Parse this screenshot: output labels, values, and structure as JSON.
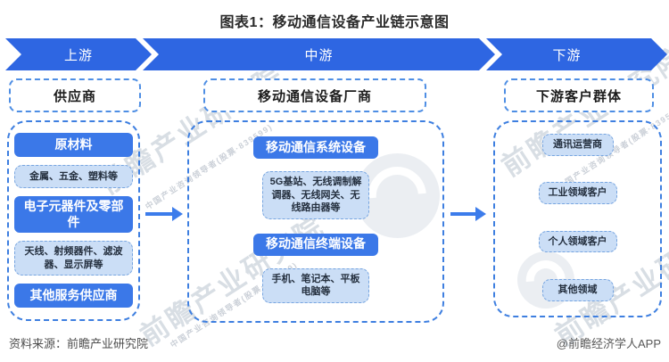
{
  "title": "图表1：移动通信设备产业链示意图",
  "banner": {
    "upstream": "上游",
    "midstream": "中游",
    "downstream": "下游"
  },
  "columns": {
    "upstream": {
      "header": "供应商",
      "items": [
        {
          "label": "原材料"
        },
        {
          "label": "金属、五金、塑料等"
        },
        {
          "label": "电子元器件及零部件"
        },
        {
          "label": "天线、射频器件、滤波器、显示屏等"
        },
        {
          "label": "其他服务供应商"
        }
      ]
    },
    "midstream": {
      "header": "移动通信设备厂商",
      "items": [
        {
          "label": "移动通信系统设备"
        },
        {
          "label": "5G基站、无线调制解调器、无线网关、无线路由器等"
        },
        {
          "label": "移动通信终端设备"
        },
        {
          "label": "手机、笔记本、平板电脑等"
        }
      ]
    },
    "downstream": {
      "header": "下游客户群体",
      "items": [
        {
          "label": "通讯运营商"
        },
        {
          "label": "工业领域客户"
        },
        {
          "label": "个人领域客户"
        },
        {
          "label": "其他领域"
        }
      ]
    }
  },
  "footer": {
    "source": "资料来源：前瞻产业研究院",
    "brand": "@前瞻经济学人APP"
  },
  "watermark": {
    "name": "前瞻产业研究院",
    "tagline": "中国产业咨询领导者(股票·839599)"
  },
  "colors": {
    "banner_blue": "#2E66E2",
    "node_blue": "#3B78E8",
    "node_light_fill": "#CBDEF6",
    "node_light_border": "#77A5E0",
    "dashed_border": "#3E7FE0"
  }
}
